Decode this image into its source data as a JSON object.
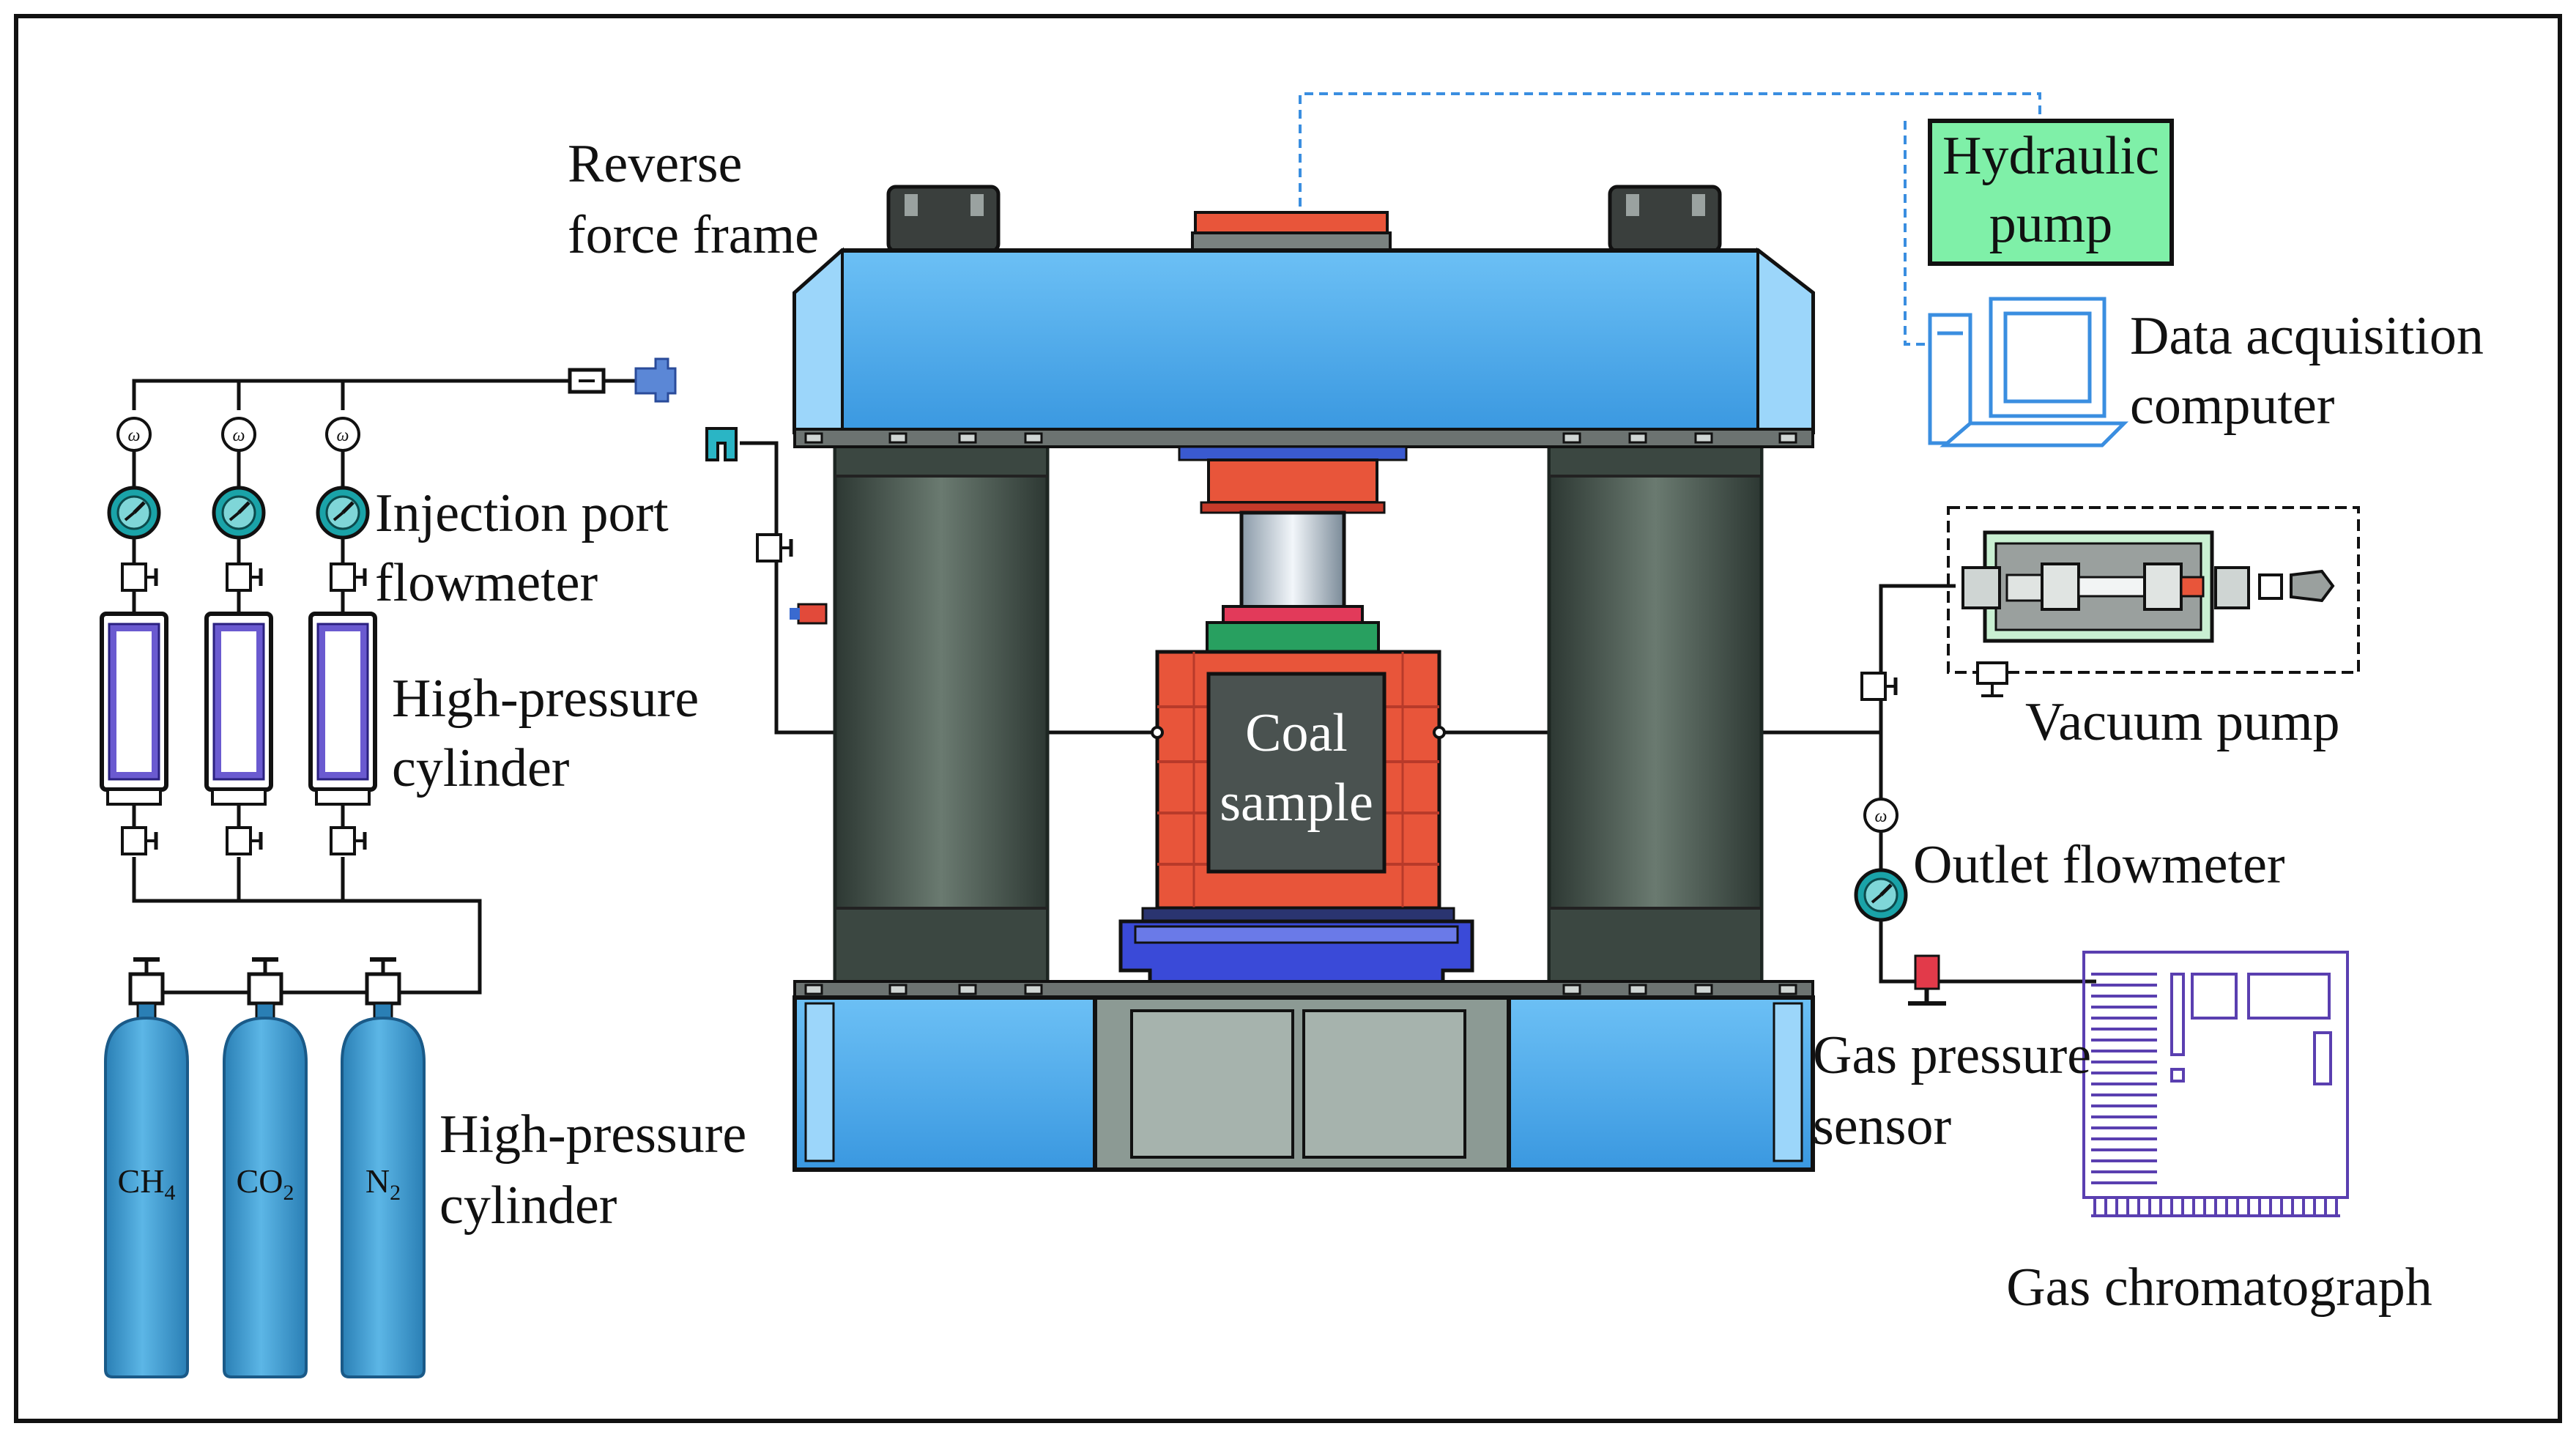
{
  "labels": {
    "reverse_force_frame": [
      "Reverse",
      "force frame"
    ],
    "hydraulic_pump": [
      "Hydraulic",
      "pump"
    ],
    "data_acquisition_computer": [
      "Data acquisition",
      "computer"
    ],
    "injection_port_flowmeter": [
      "Injection port",
      "flowmeter"
    ],
    "high_pressure_cylinder_upper": [
      "High-pressure",
      "cylinder"
    ],
    "high_pressure_cylinder_lower": [
      "High-pressure",
      "cylinder"
    ],
    "coal_sample": [
      "Coal",
      "sample"
    ],
    "vacuum_pump": "Vacuum pump",
    "outlet_flowmeter": "Outlet flowmeter",
    "gas_pressure_sensor": [
      "Gas pressure",
      "sensor"
    ],
    "gas_chromatograph": "Gas chromatograph"
  },
  "gas_cylinders": [
    {
      "formula": "CH",
      "sub": "4"
    },
    {
      "formula": "CO",
      "sub": "2"
    },
    {
      "formula": "N",
      "sub": "2"
    }
  ],
  "colors": {
    "frame_blue": "#4aa8ea",
    "column_dark": "#4a564f",
    "ram_red": "#e8553a",
    "pump_green": "#7ff0a8",
    "cylinder_blue": "#3c9bd0",
    "flowmeter_teal": "#1aa3a8",
    "chromatograph_purple": "#5a3fb0",
    "dashed_line_blue": "#3a8ee0"
  }
}
